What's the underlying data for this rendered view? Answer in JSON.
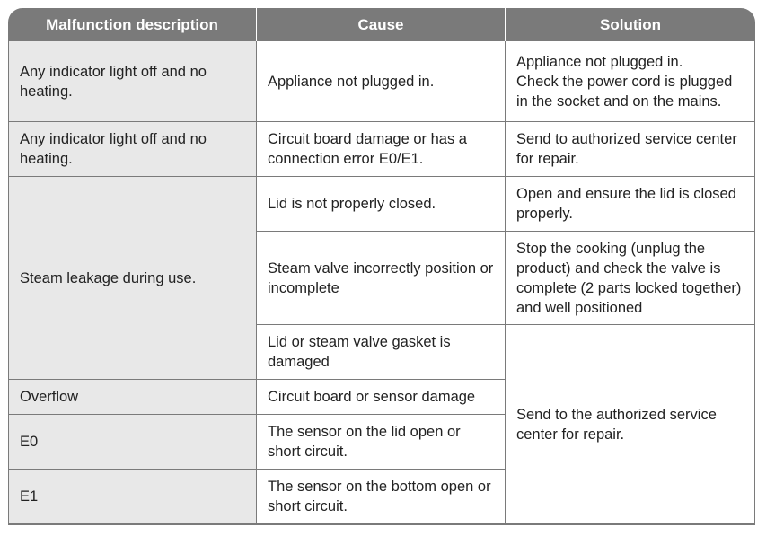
{
  "header": {
    "col1": "Malfunction description",
    "col2": "Cause",
    "col3": "Solution"
  },
  "rows": {
    "r1": {
      "malfunction": "Any indicator light off and no heating.",
      "cause": "Appliance not plugged in.",
      "solution_line1": "Appliance not plugged in.",
      "solution_line2": "Check the power cord is plugged in the socket and on the mains."
    },
    "r2": {
      "malfunction": "Any indicator light off and no heating.",
      "cause": "Circuit board damage or has a connection error E0/E1.",
      "solution": "Send to authorized service center for repair."
    },
    "steam": {
      "malfunction": "Steam leakage during use.",
      "cause_a": "Lid is not properly closed.",
      "solution_a": "Open and ensure the lid is closed properly.",
      "cause_b": "Steam valve incorrectly position or incomplete",
      "solution_b": "Stop the cooking (unplug the product) and check the valve is complete (2 parts locked together) and well positioned",
      "cause_c": "Lid or steam valve gasket is damaged"
    },
    "overflow": {
      "malfunction": "Overflow",
      "cause": "Circuit board or sensor damage"
    },
    "e0": {
      "malfunction": "E0",
      "cause": "The sensor on the lid open or short circuit."
    },
    "e1": {
      "malfunction": "E1",
      "cause": "The sensor on the bottom open or short circuit."
    },
    "shared_solution": "Send to the authorized service center for repair."
  },
  "colors": {
    "header_bg": "#7a7a7a",
    "header_text": "#ffffff",
    "col1_bg": "#e8e8e8",
    "border": "#7a7a7a"
  }
}
